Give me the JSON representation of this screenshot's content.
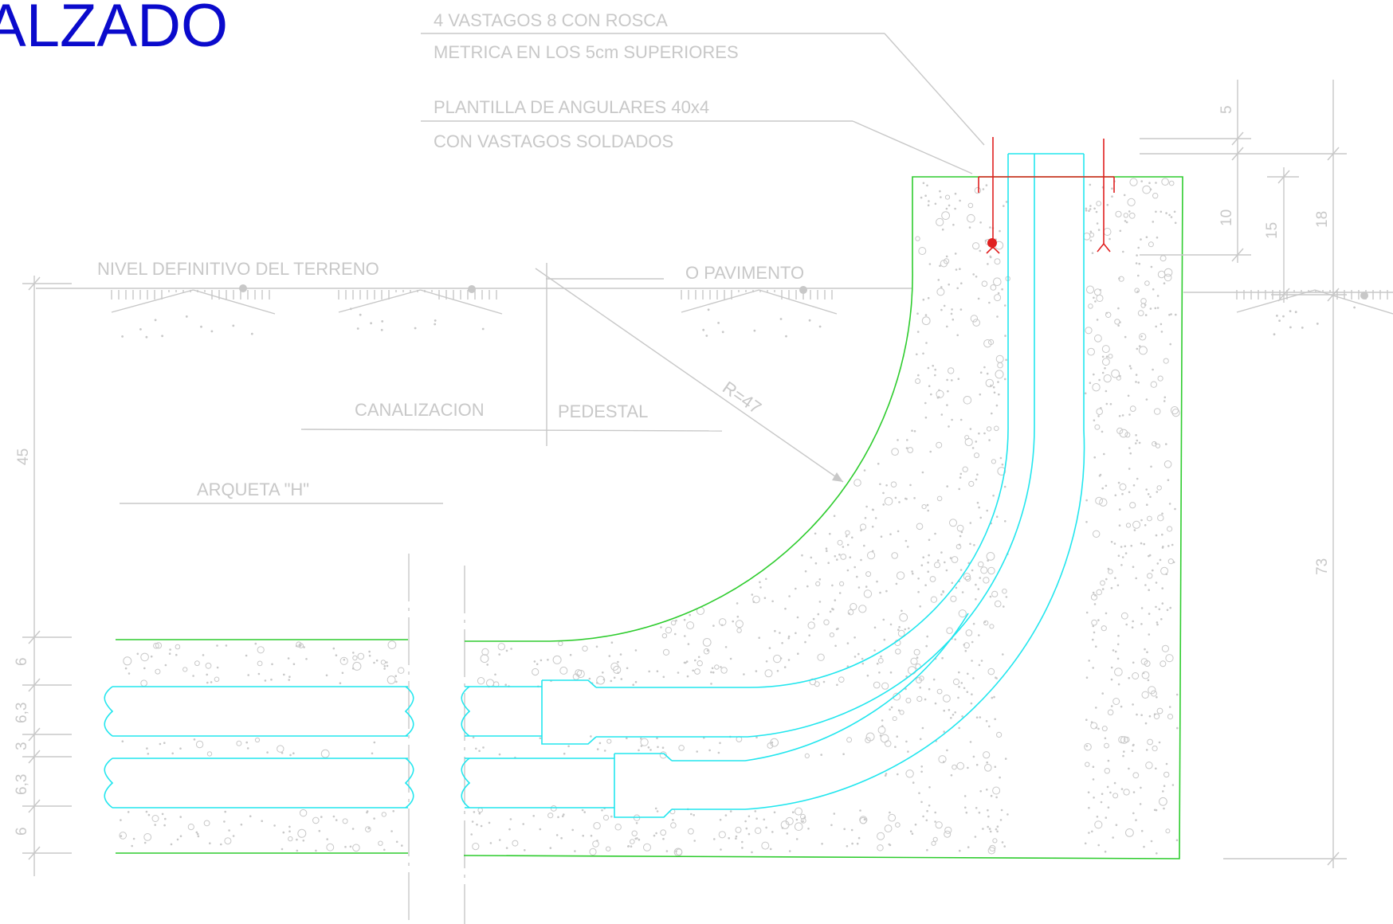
{
  "title": "ALZADO",
  "notes": {
    "rod_line1": "4 VASTAGOS  8 CON ROSCA",
    "rod_line2": "METRICA EN LOS 5cm SUPERIORES",
    "template_line1": "PLANTILLA DE ANGULARES 40x4",
    "template_line2": "CON VASTAGOS SOLDADOS",
    "ground_left": "NIVEL DEFINITIVO DEL TERRENO",
    "ground_right": "O PAVIMENTO",
    "radius": "R=47",
    "canalizacion": "CANALIZACION",
    "pedestal": "PEDESTAL",
    "arqueta": "ARQUETA \"H\""
  },
  "dimensions": {
    "left": [
      "45",
      "6",
      "6,3",
      "3",
      "6,3",
      "6"
    ],
    "right": [
      "5",
      "10",
      "15",
      "18",
      "73"
    ]
  },
  "colors": {
    "title": "#0a0acc",
    "concrete_outline": "#2ecc2e",
    "conduit": "#22e6ee",
    "rods": "#e02020",
    "annotation": "#c8c8c8"
  }
}
